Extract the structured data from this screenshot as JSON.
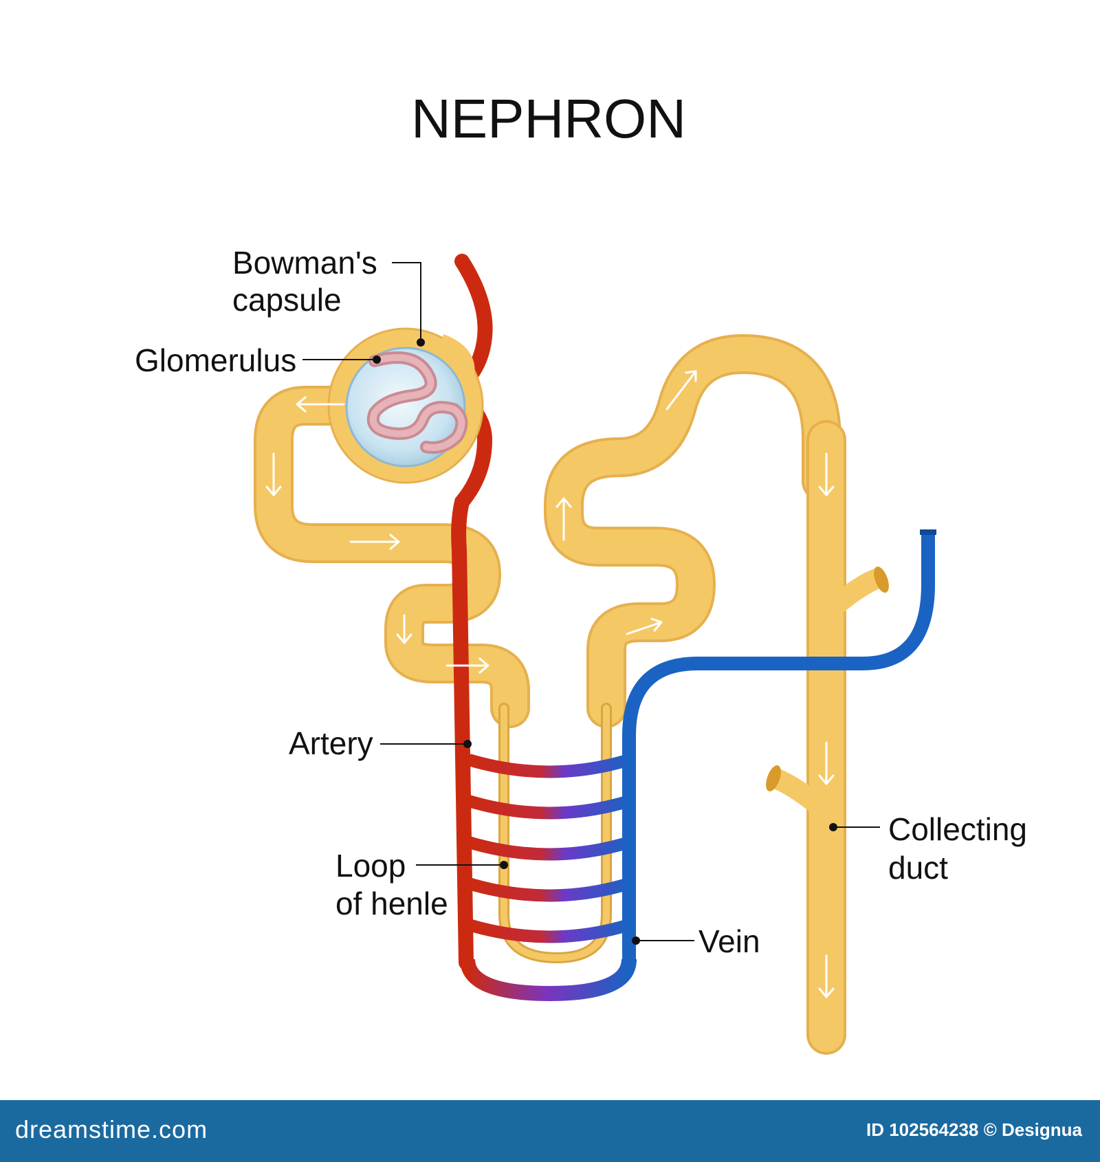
{
  "title": "NEPHRON",
  "labels": {
    "bowmans_capsule": [
      "Bowman's",
      "capsule"
    ],
    "glomerulus": "Glomerulus",
    "artery": "Artery",
    "loop_of_henle": [
      "Loop",
      "of henle"
    ],
    "vein": "Vein",
    "collecting_duct": [
      "Collecting",
      "duct"
    ]
  },
  "colors": {
    "tubule": "#f5c866",
    "tubule_edge": "#e6b04e",
    "artery": "#cc2a10",
    "vein": "#1a63c2",
    "capsule_fill": "#cfe6f2",
    "glomerulus": "#d99aa0"
  },
  "footer": {
    "brand": "dreamstime.com",
    "id_text": "ID 102564238 © Designua"
  }
}
